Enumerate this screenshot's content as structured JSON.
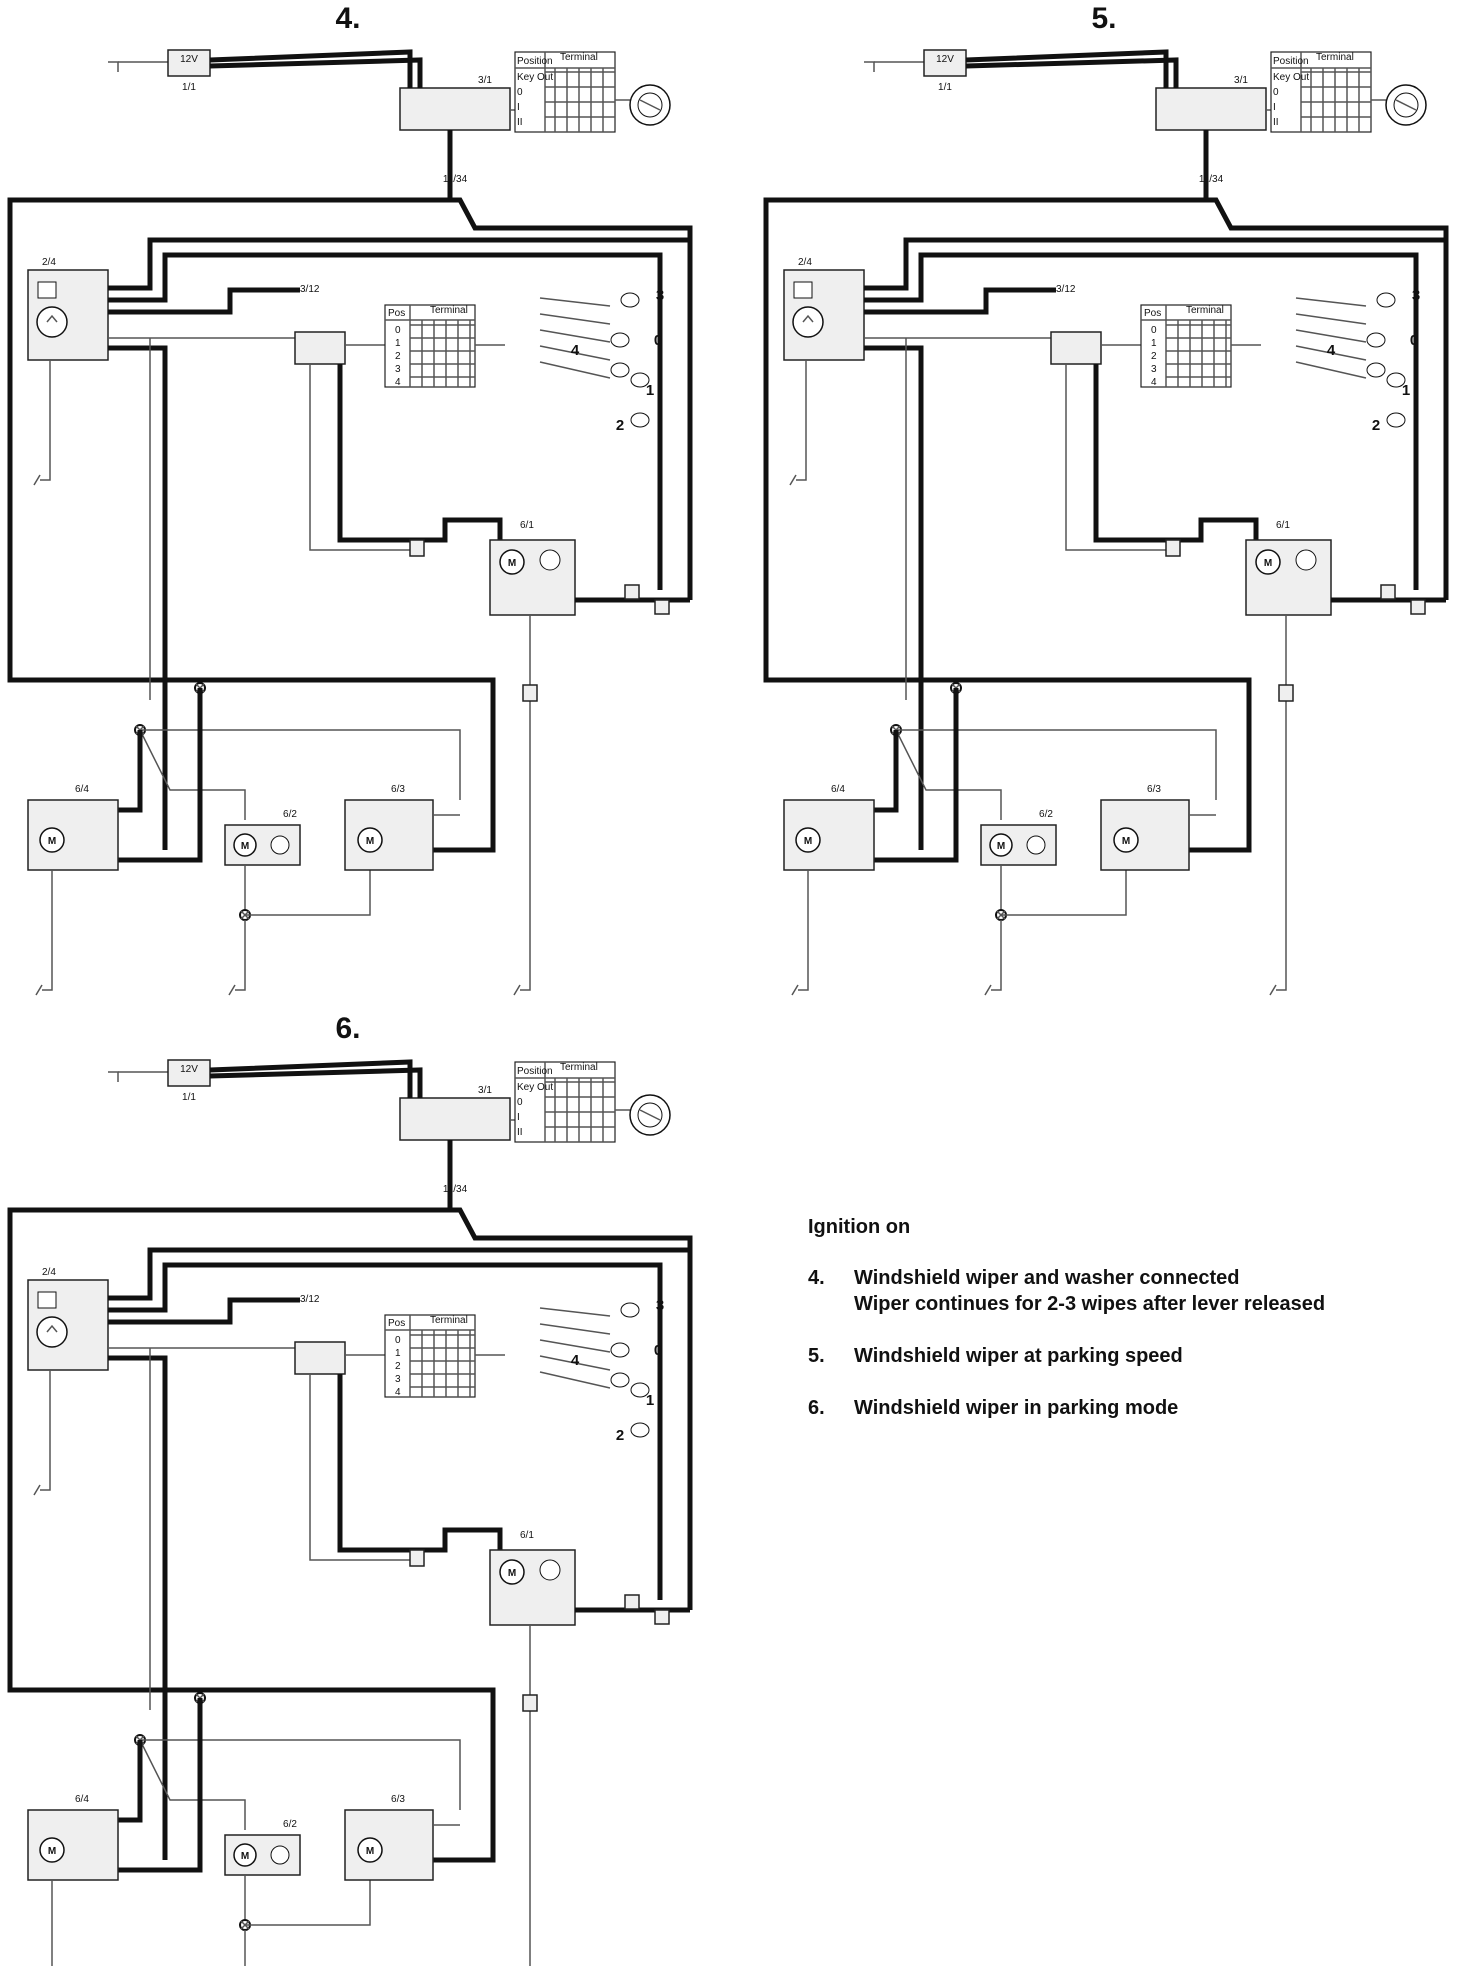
{
  "diagrams": [
    {
      "title": "4.",
      "labels": {
        "battery": "1/1",
        "battery_v": "12V",
        "ignition": "3/1",
        "connector": "11/34",
        "relay": "2/4",
        "wiper_switch": "3/12",
        "motor_front": "6/1",
        "motor_left": "6/4",
        "pump": "6/2",
        "motor_right": "6/3"
      },
      "ign_table": {
        "col1": "Position",
        "col2": "Terminal",
        "rows": [
          "Key Out",
          "0",
          "I",
          "II"
        ]
      },
      "sw_table": {
        "col1": "Pos",
        "col2": "Terminal",
        "rows": [
          "0",
          "1",
          "2",
          "3",
          "4"
        ]
      },
      "lever_positions": [
        "3",
        "0",
        "4",
        "1",
        "2"
      ]
    },
    {
      "title": "5.",
      "labels": {
        "battery": "1/1",
        "battery_v": "12V",
        "ignition": "3/1",
        "connector": "11/34",
        "relay": "2/4",
        "wiper_switch": "3/12",
        "motor_front": "6/1",
        "motor_left": "6/4",
        "pump": "6/2",
        "motor_right": "6/3"
      },
      "ign_table": {
        "col1": "Position",
        "col2": "Terminal",
        "rows": [
          "Key Out",
          "0",
          "I",
          "II"
        ]
      },
      "sw_table": {
        "col1": "Pos",
        "col2": "Terminal",
        "rows": [
          "0",
          "1",
          "2",
          "3",
          "4"
        ]
      },
      "lever_positions": [
        "3",
        "0",
        "4",
        "1",
        "2"
      ]
    },
    {
      "title": "6.",
      "labels": {
        "battery": "1/1",
        "battery_v": "12V",
        "ignition": "3/1",
        "connector": "11/34",
        "relay": "2/4",
        "wiper_switch": "3/12",
        "motor_front": "6/1",
        "motor_left": "6/4",
        "pump": "6/2",
        "motor_right": "6/3"
      },
      "ign_table": {
        "col1": "Position",
        "col2": "Terminal",
        "rows": [
          "Key Out",
          "0",
          "I",
          "II"
        ]
      },
      "sw_table": {
        "col1": "Pos",
        "col2": "Terminal",
        "rows": [
          "0",
          "1",
          "2",
          "3",
          "4"
        ]
      },
      "lever_positions": [
        "3",
        "0",
        "4",
        "1",
        "2"
      ]
    }
  ],
  "legend": {
    "heading": "Ignition on",
    "items": [
      {
        "num": "4.",
        "text": "Windshield wiper and washer connected",
        "text2": "Wiper continues for 2-3 wipes after lever released"
      },
      {
        "num": "5.",
        "text": "Windshield wiper at parking speed"
      },
      {
        "num": "6.",
        "text": "Windshield wiper in parking mode"
      }
    ]
  }
}
